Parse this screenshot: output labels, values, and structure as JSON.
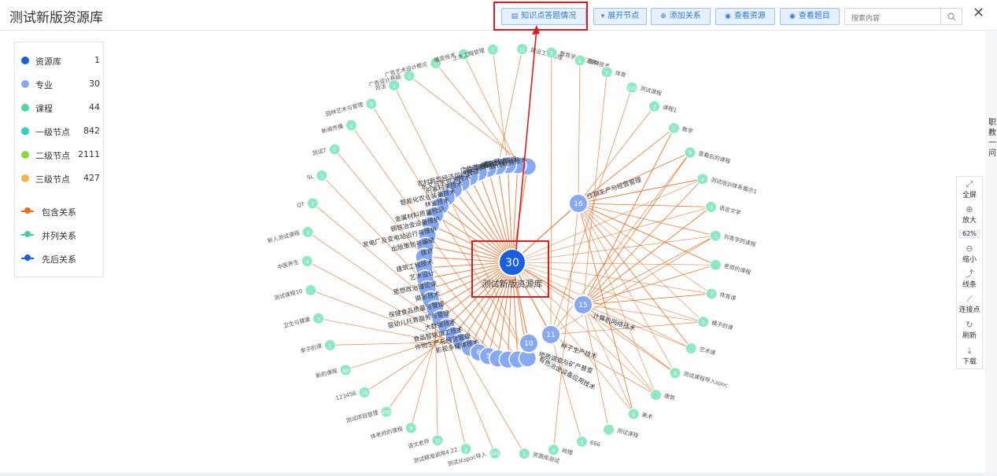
{
  "app": {
    "title": "测试新版资源库"
  },
  "toolbar": {
    "knowledge": "知识点答题情况",
    "expand": "展开节点",
    "add_relation": "添加关系",
    "view_resource": "查看资源",
    "view_question": "查看题目",
    "search_placeholder": "搜索内容"
  },
  "legend": {
    "nodes": [
      {
        "label": "资源库",
        "count": "1",
        "color": "#1a5fe0"
      },
      {
        "label": "专业",
        "count": "30",
        "color": "#86a9f4"
      },
      {
        "label": "课程",
        "count": "44",
        "color": "#4fd6a8"
      },
      {
        "label": "一级节点",
        "count": "842",
        "color": "#2ed1c6"
      },
      {
        "label": "二级节点",
        "count": "2111",
        "color": "#8ed63e"
      },
      {
        "label": "三级节点",
        "count": "427",
        "color": "#fbb24c"
      }
    ],
    "relations": [
      {
        "label": "包含关系",
        "color": "#f26b1d"
      },
      {
        "label": "并列关系",
        "color": "#3fd39b"
      },
      {
        "label": "先后关系",
        "color": "#1a5fe0"
      }
    ]
  },
  "side_panel_text": "职教一问",
  "tools": [
    {
      "icon": "fullscreen-icon",
      "label": "全屏"
    },
    {
      "icon": "zoom-in-icon",
      "label": "放大"
    },
    {
      "icon": "zoom-out-icon",
      "label": "缩小"
    },
    {
      "icon": "line-icon",
      "label": "线条"
    },
    {
      "icon": "connect-icon",
      "label": "连接点"
    },
    {
      "icon": "refresh-icon",
      "label": "刷新"
    },
    {
      "icon": "download-icon",
      "label": "下载"
    }
  ],
  "zoom": "62%",
  "graph": {
    "root": {
      "label": "测试新版资源库",
      "value": "30"
    },
    "major_labels": [
      "现代教育技术",
      "建设工程管理",
      "播音技术",
      "广告艺术设计",
      "园艺技术",
      "农村新型经济组织管理",
      "水文与水资源技术",
      "刑事科学技术",
      "智能化农业装备技术",
      "林业技术",
      "金属材料质量检测",
      "钢铁冶金设备维护",
      "发电厂及变电站运行与维护",
      "出版策划与编辑",
      "体育",
      "建筑工程技术",
      "艺术设计",
      "思想政治理论课",
      "摄影技术",
      "保健食品质量与管理",
      "婴幼儿托育服务与管理",
      "大数据技术",
      "食品智能加工技术",
      "作物生产与经营管理",
      "影视多媒体技术"
    ],
    "major_values": [
      "1",
      "2",
      "1",
      "1",
      "2",
      "1",
      "6",
      "5"
    ],
    "hub_nodes": [
      {
        "value": "16",
        "label": "作物生产与经营管理"
      },
      {
        "value": "15",
        "label": "计算机网络技术"
      },
      {
        "value": "11",
        "label": "种子生产技术"
      },
      {
        "value": "10",
        "label": "地质调查与矿产普查"
      }
    ],
    "hub_extra_label": "有色冶金设备应用技术",
    "courses": [
      {
        "label": "广告设计基础",
        "value": "1"
      },
      {
        "label": "广告艺术设计概论",
        "value": "1"
      },
      {
        "label": "播音技术",
        "value": "1"
      },
      {
        "label": "土木工程管理",
        "value": "1"
      },
      {
        "label": "建设工程管理",
        "value": "11"
      },
      {
        "label": "教育学（资源库）",
        "value": "1"
      },
      {
        "label": "园林技术",
        "value": "6"
      },
      {
        "label": "体育",
        "value": "2"
      },
      {
        "label": "测试课程",
        "value": "145"
      },
      {
        "label": "课程1",
        "value": "3"
      },
      {
        "label": "数学",
        "value": "7"
      },
      {
        "label": "查看后的课程",
        "value": "3"
      },
      {
        "label": "测试培训体系展示1",
        "value": "4"
      },
      {
        "label": "语言文学",
        "value": "3"
      },
      {
        "label": "刘青宇的课程",
        "value": "1"
      },
      {
        "label": "老师的课程",
        "value": ""
      },
      {
        "label": "体育课",
        "value": "7"
      },
      {
        "label": "橘子的课",
        "value": "3"
      },
      {
        "label": "艺术课",
        "value": ""
      },
      {
        "label": "测试课程导入spoc",
        "value": "4"
      },
      {
        "label": "建筑",
        "value": ""
      },
      {
        "label": "美术",
        "value": "2"
      },
      {
        "label": "测试课程",
        "value": ""
      },
      {
        "label": "666",
        "value": "1"
      },
      {
        "label": "地理",
        "value": "4"
      },
      {
        "label": "资源库测试",
        "value": "1"
      },
      {
        "label": "测试从spoc导入",
        "value": "241"
      },
      {
        "label": "测试精准调用4.22",
        "value": "3"
      },
      {
        "label": "语文老师",
        "value": "33"
      },
      {
        "label": "体老师的课程",
        "value": "8"
      },
      {
        "label": "测试项目管理",
        "value": "200"
      },
      {
        "label": "123456",
        "value": "10"
      },
      {
        "label": "新的课程",
        "value": "60"
      },
      {
        "label": "李子的课",
        "value": "1"
      },
      {
        "label": "卫生与健康",
        "value": "3"
      },
      {
        "label": "测试课程10",
        "value": ""
      },
      {
        "label": "中医养生",
        "value": "4"
      },
      {
        "label": "新人测试课程",
        "value": "2"
      },
      {
        "label": "QT",
        "value": "3"
      },
      {
        "label": "SL",
        "value": "1"
      },
      {
        "label": "测试7",
        "value": "1"
      },
      {
        "label": "新闻传播",
        "value": "1"
      },
      {
        "label": "园林艺术与管理",
        "value": "9"
      },
      {
        "label": "司法",
        "value": "1"
      }
    ]
  }
}
